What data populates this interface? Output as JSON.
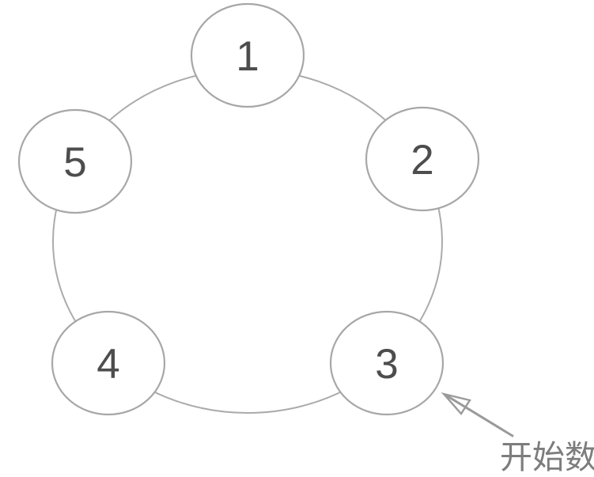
{
  "diagram": {
    "description": "ring-of-five-numbered-nodes",
    "nodes": [
      {
        "label": "1"
      },
      {
        "label": "2"
      },
      {
        "label": "3"
      },
      {
        "label": "4"
      },
      {
        "label": "5"
      }
    ],
    "annotation": {
      "label": "开始数",
      "points_to_node": "3"
    },
    "colors": {
      "background": "#ffffff",
      "ring_stroke": "#ababab",
      "node_stroke": "#a7a7a7",
      "node_fill": "#ffffff",
      "number_color": "#4d4d4d",
      "arrow_color": "#9a9a9a",
      "label_color": "#7d7d7d"
    }
  }
}
